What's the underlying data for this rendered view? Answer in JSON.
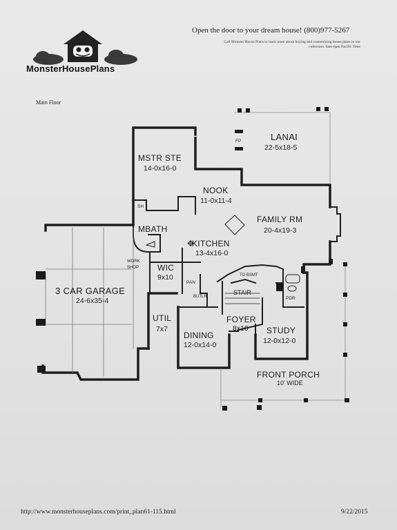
{
  "header": {
    "brand": "MonsterHousePlans",
    "tagline": "Open the door to your dream house! (800)977-5267",
    "blurb": "Call Monster House Plans to learn more about buying and customizing house plans in our collection. 6am-6pm Pacific Time"
  },
  "plan": {
    "title": "Main Floor",
    "rooms": {
      "lanai": {
        "name": "LANAI",
        "dim": "22-5x18-5"
      },
      "master": {
        "name": "MSTR STE",
        "dim": "14-0x16-0"
      },
      "nook": {
        "name": "NOOK",
        "dim": "11-0x11-4"
      },
      "family": {
        "name": "FAMILY RM",
        "dim": "20-4x19-3"
      },
      "mbath": {
        "name": "MBATH"
      },
      "kitchen": {
        "name": "KITCHEN",
        "dim": "13-4x16-0"
      },
      "wic": {
        "name": "WIC",
        "dim": "9x10"
      },
      "garage": {
        "name": "3 CAR GARAGE",
        "dim": "24-6x35-4"
      },
      "util": {
        "name": "UTIL",
        "dim": "7x7"
      },
      "dining": {
        "name": "DINING",
        "dim": "12-0x14-0"
      },
      "foyer": {
        "name": "FOYER",
        "dim": "8x10"
      },
      "study": {
        "name": "STUDY",
        "dim": "12-0x12-0"
      },
      "porch": {
        "name": "FRONT PORCH",
        "dim": "10' WIDE"
      }
    },
    "small_labels": {
      "fp": "FP",
      "sh": "SH",
      "workshop_1": "WORK",
      "workshop_2": "SHOP",
      "pan": "PAN",
      "butlr": "BUTLR",
      "to_bsmt": "TO BSMT",
      "stair": "STAIR",
      "pdr": "PDR"
    }
  },
  "footer": {
    "url": "http://www.monsterhouseplans.com/print_plan61-115.html",
    "date": "9/22/2015"
  }
}
